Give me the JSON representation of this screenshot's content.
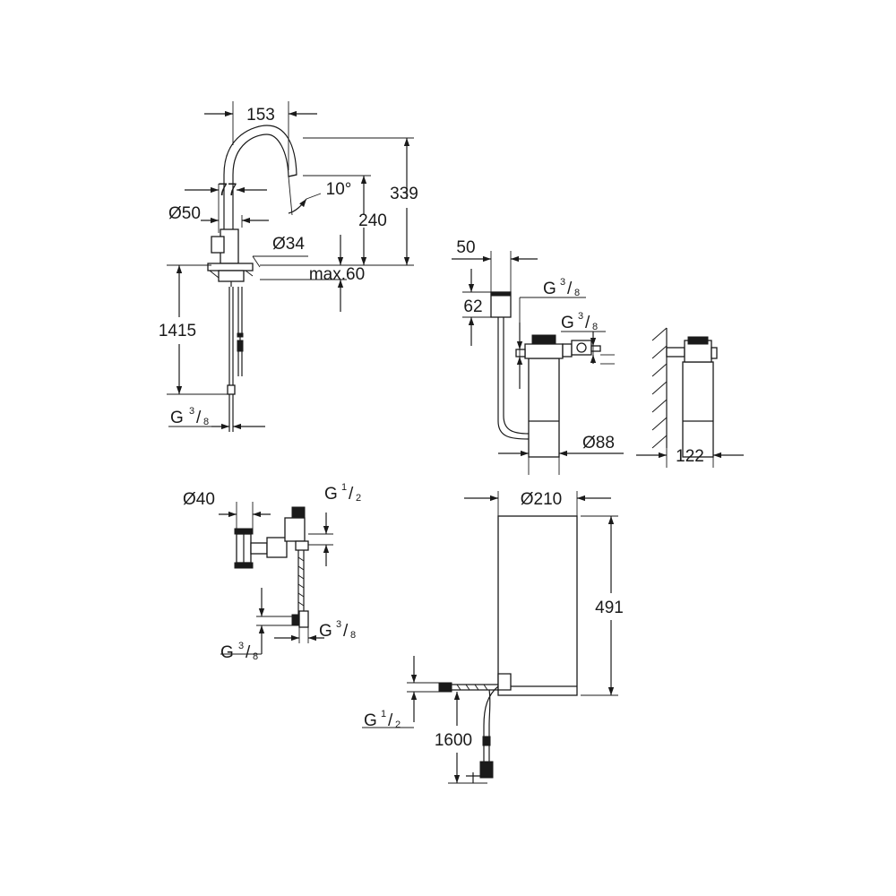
{
  "colors": {
    "line": "#1a1a1a",
    "background": "#ffffff"
  },
  "faucet": {
    "width_153": "153",
    "offset_77": "77",
    "dia_50": "Ø50",
    "angle": "10°",
    "height_339": "339",
    "height_240": "240",
    "hole_34": "Ø34",
    "max_60": "max.60",
    "hose_1415": "1415",
    "conn_g": "G",
    "conn_num": "3",
    "conn_den": "8"
  },
  "filter": {
    "width_50": "50",
    "height_62": "62",
    "g_top": "G",
    "g_top_num": "3",
    "g_top_den": "8",
    "g_mid": "G",
    "g_mid_num": "3",
    "g_mid_den": "8",
    "dia_88": "Ø88",
    "depth_122": "122"
  },
  "valve": {
    "dia_40": "Ø40",
    "g_top": "G",
    "g_top_num": "1",
    "g_top_den": "2",
    "g_right": "G",
    "g_right_num": "3",
    "g_right_den": "8",
    "g_left": "G",
    "g_left_num": "3",
    "g_left_den": "8"
  },
  "boiler": {
    "dia_210": "Ø210",
    "height_491": "491",
    "g_inlet": "G",
    "g_inlet_num": "1",
    "g_inlet_den": "2",
    "cable_1600": "1600"
  }
}
